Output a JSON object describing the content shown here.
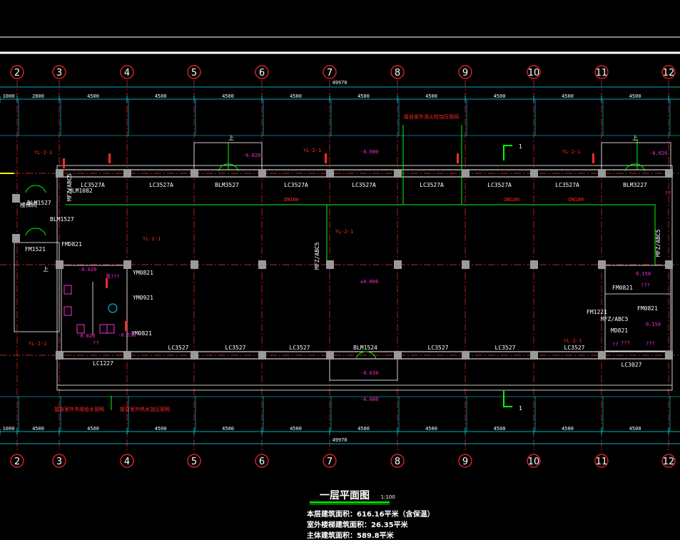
{
  "colors": {
    "background": "#000000",
    "wall": "#ffffff",
    "axis_line": "#ff2a2a",
    "dimension": "#00e5ff",
    "column": "#9a9a9a",
    "annotation": "#ff2bd6",
    "window_line": "#00ff00",
    "equipment": "#ff2a2a"
  },
  "axes": [
    "2",
    "3",
    "4",
    "5",
    "6",
    "7",
    "8",
    "9",
    "10",
    "11",
    "12"
  ],
  "dimensions_top": {
    "total": "49970",
    "spans": [
      "1000",
      "2800",
      "4500",
      "4500",
      "4500",
      "4500",
      "4500",
      "4500",
      "4500",
      "4500",
      "4500"
    ]
  },
  "dimensions_bottom": {
    "total": "49970",
    "spans": [
      "1000",
      "4500",
      "4500",
      "4500",
      "4500",
      "4500",
      "4500",
      "4500",
      "4500",
      "4500",
      "4500"
    ]
  },
  "windows_north": [
    "LC3527A",
    "LC3527A",
    "BLM3527",
    "LC3527A",
    "LC3527A",
    "LC3527A",
    "LC3527A",
    "LC3527A",
    "BLM3227"
  ],
  "windows_south": [
    "LC3527",
    "LC3527",
    "LC3527",
    "BLM1524",
    "LC3527",
    "LC3527",
    "LC3527",
    "LC3027"
  ],
  "doors": {
    "west": [
      "BLM1527",
      "BLM1527",
      "FM1521",
      "FMD821",
      "MLM1082"
    ],
    "east": [
      "FM0821",
      "FM1221",
      "FM0821",
      "MD821"
    ],
    "wc": [
      "YM0821",
      "YM0921",
      "YM0821",
      "LC1227"
    ]
  },
  "elevations": [
    "-0.020",
    "-0.080",
    "-0.020",
    "-0.020",
    "±0.000",
    "-0.020",
    "-0.030",
    "-0.020",
    "-0.080",
    "0.150",
    "0.150"
  ],
  "room_labels": [
    "男???",
    "??",
    "??",
    "???",
    "???",
    "???",
    "??"
  ],
  "annotations": {
    "sections": [
      "1",
      "1"
    ],
    "fire": [
      "MFZ/ABC5",
      "MFZ/ABC5",
      "MFZ/ABC5",
      "MFZ/ABC5"
    ],
    "pipes": [
      "YL-2-1",
      "YL-2-1",
      "YL-2-1",
      "YL-2-1",
      "YL-2-1",
      "YL-2-1",
      "YL-2-1"
    ],
    "notes_top": "接自室外消火栓加压管网",
    "notes_bottom_left": "接自室外市政给水管网",
    "notes_bottom_right": "接自室外热水加压管网",
    "misc": [
      "楼梯间",
      "DN100",
      "DN100",
      "DN100",
      "上",
      "上",
      "上"
    ]
  },
  "title": {
    "name": "一层平面图",
    "scale": "1:100"
  },
  "area_stats": [
    "本层建筑面积：616.16平米（含保温）",
    "室外楼梯建筑面积：26.35平米",
    "主体建筑面积：589.8平米"
  ]
}
